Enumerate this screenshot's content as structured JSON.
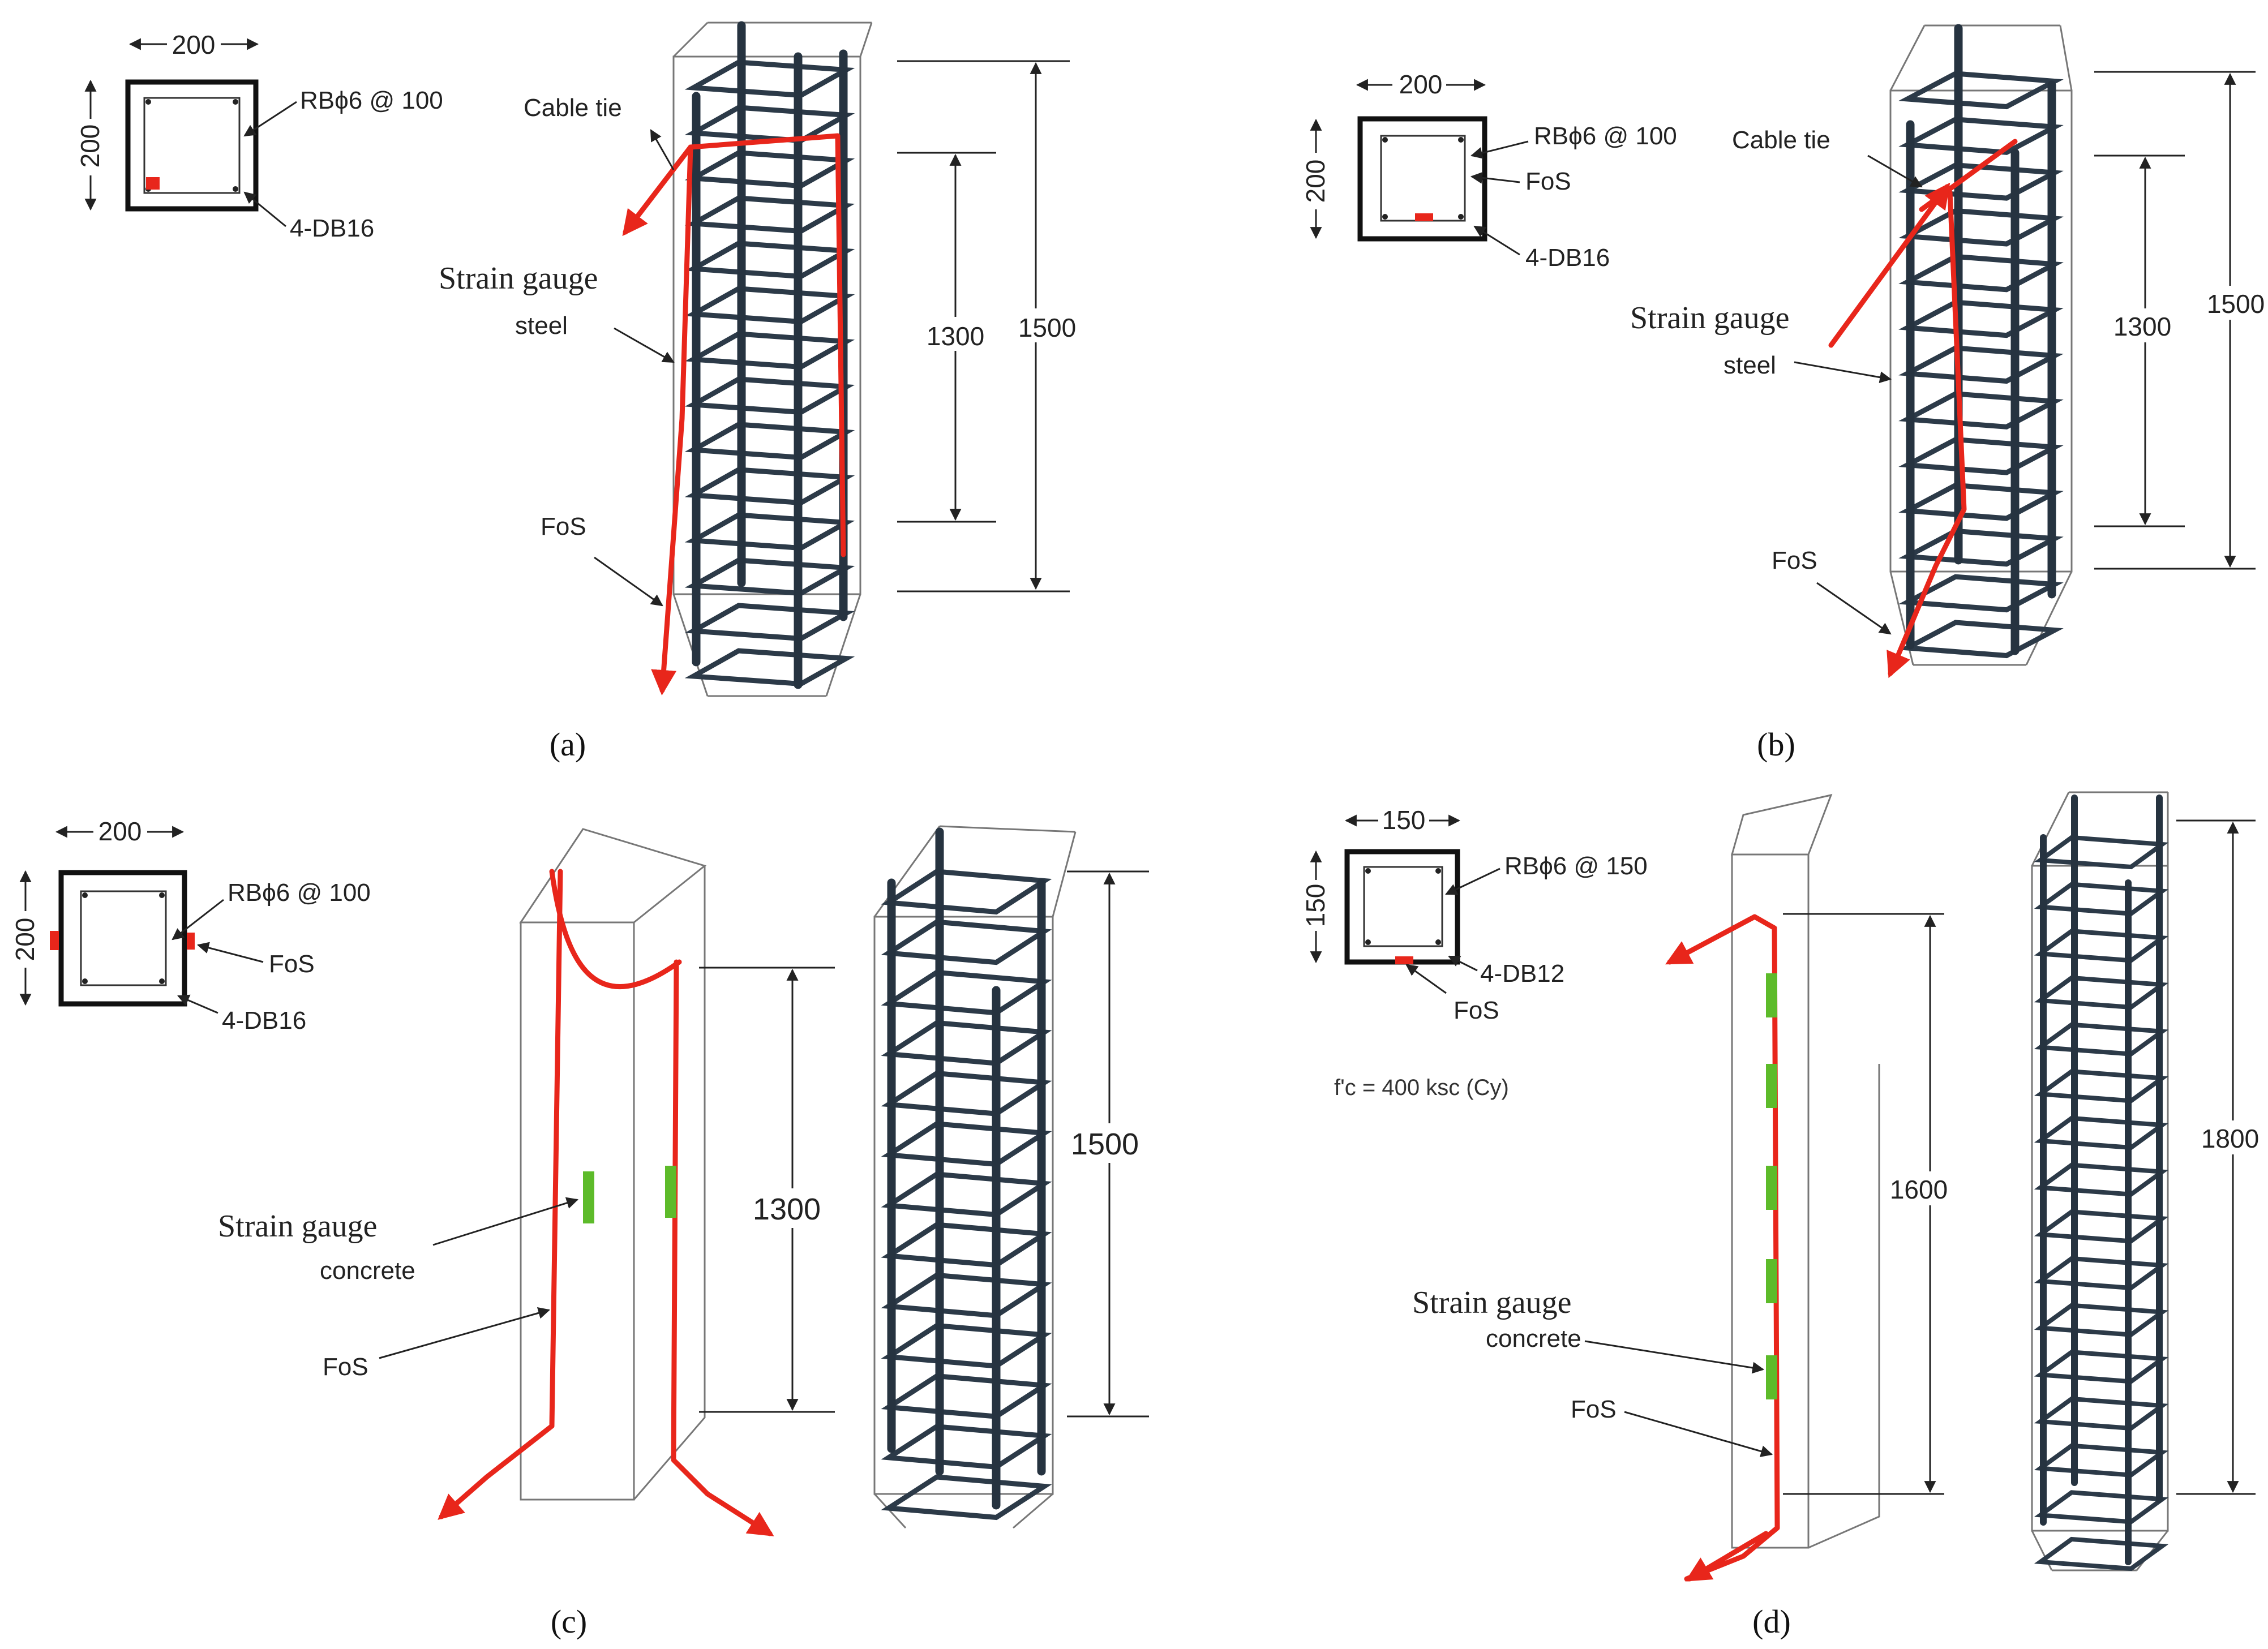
{
  "colors": {
    "fos": "#e8261b",
    "strain_gauge_concrete": "#5dbb2a",
    "rebar": "#263340"
  },
  "panels": {
    "a": {
      "caption": "(a)",
      "section": {
        "width": "200",
        "height": "200",
        "stirrups": "RBϕ6 @ 100",
        "bars": "4-DB16"
      },
      "labels": {
        "cable_tie": "Cable tie",
        "strain_gauge": "Strain gauge",
        "gauge_type": "steel",
        "fos": "FoS"
      },
      "dims": {
        "inner": "1300",
        "outer": "1500"
      }
    },
    "b": {
      "caption": "(b)",
      "section": {
        "width": "200",
        "height": "200",
        "stirrups": "RBϕ6 @ 100",
        "fos": "FoS",
        "bars": "4-DB16"
      },
      "labels": {
        "cable_tie": "Cable tie",
        "strain_gauge": "Strain gauge",
        "gauge_type": "steel",
        "fos": "FoS"
      },
      "dims": {
        "inner": "1300",
        "outer": "1500"
      }
    },
    "c": {
      "caption": "(c)",
      "section": {
        "width": "200",
        "height": "200",
        "stirrups": "RBϕ6 @ 100",
        "fos": "FoS",
        "bars": "4-DB16"
      },
      "labels": {
        "strain_gauge": "Strain gauge",
        "gauge_type": "concrete",
        "fos": "FoS"
      },
      "dims": {
        "inner": "1300",
        "outer": "1500"
      }
    },
    "d": {
      "caption": "(d)",
      "section": {
        "width": "150",
        "height": "150",
        "stirrups": "RBϕ6 @ 150",
        "bars": "4-DB12",
        "fos": "FoS"
      },
      "fc": "f'c = 400 ksc (Cy)",
      "labels": {
        "strain_gauge": "Strain gauge",
        "gauge_type": "concrete",
        "fos": "FoS"
      },
      "dims": {
        "inner": "1600",
        "outer": "1800"
      }
    }
  }
}
